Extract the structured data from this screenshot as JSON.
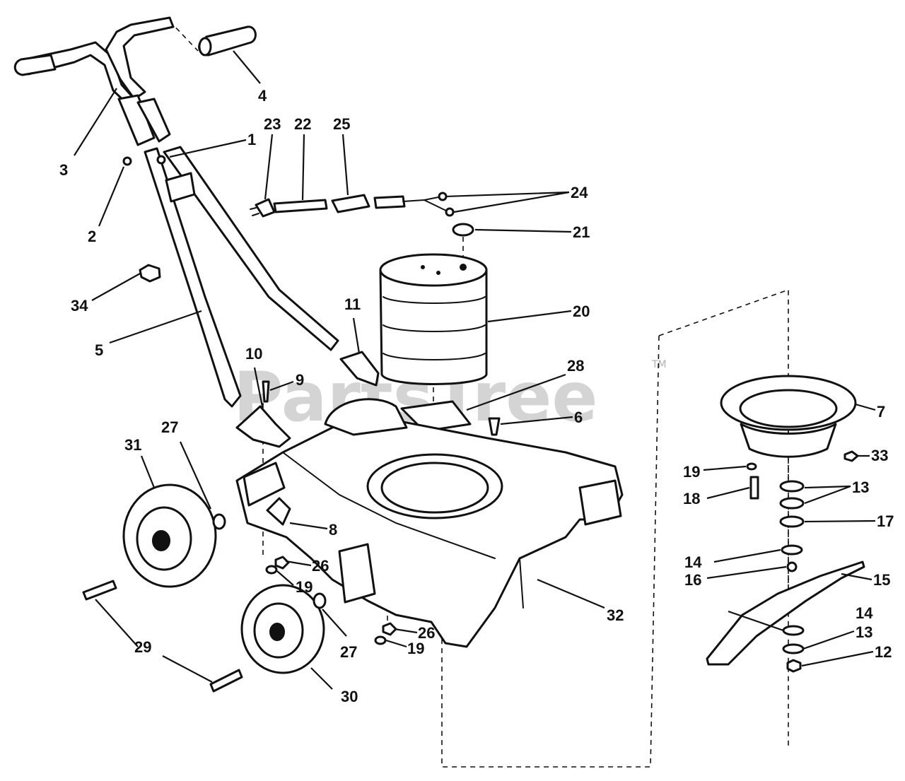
{
  "watermark": {
    "text": "PartsTree",
    "trademark": "TM"
  },
  "callouts": [
    {
      "id": "c1",
      "label": "1"
    },
    {
      "id": "c2",
      "label": "2"
    },
    {
      "id": "c3",
      "label": "3"
    },
    {
      "id": "c4",
      "label": "4"
    },
    {
      "id": "c5",
      "label": "5"
    },
    {
      "id": "c6",
      "label": "6"
    },
    {
      "id": "c7",
      "label": "7"
    },
    {
      "id": "c8",
      "label": "8"
    },
    {
      "id": "c9",
      "label": "9"
    },
    {
      "id": "c10",
      "label": "10"
    },
    {
      "id": "c11",
      "label": "11"
    },
    {
      "id": "c12",
      "label": "12"
    },
    {
      "id": "c13a",
      "label": "13"
    },
    {
      "id": "c13b",
      "label": "13"
    },
    {
      "id": "c14a",
      "label": "14"
    },
    {
      "id": "c14b",
      "label": "14"
    },
    {
      "id": "c15",
      "label": "15"
    },
    {
      "id": "c16",
      "label": "16"
    },
    {
      "id": "c17",
      "label": "17"
    },
    {
      "id": "c18",
      "label": "18"
    },
    {
      "id": "c19a",
      "label": "19"
    },
    {
      "id": "c19b",
      "label": "19"
    },
    {
      "id": "c19c",
      "label": "19"
    },
    {
      "id": "c20",
      "label": "20"
    },
    {
      "id": "c21",
      "label": "21"
    },
    {
      "id": "c22",
      "label": "22"
    },
    {
      "id": "c23",
      "label": "23"
    },
    {
      "id": "c24",
      "label": "24"
    },
    {
      "id": "c25",
      "label": "25"
    },
    {
      "id": "c26a",
      "label": "26"
    },
    {
      "id": "c26b",
      "label": "26"
    },
    {
      "id": "c27a",
      "label": "27"
    },
    {
      "id": "c27b",
      "label": "27"
    },
    {
      "id": "c28",
      "label": "28"
    },
    {
      "id": "c29",
      "label": "29"
    },
    {
      "id": "c30",
      "label": "30"
    },
    {
      "id": "c31",
      "label": "31"
    },
    {
      "id": "c32",
      "label": "32"
    },
    {
      "id": "c33",
      "label": "33"
    },
    {
      "id": "c34",
      "label": "34"
    }
  ]
}
